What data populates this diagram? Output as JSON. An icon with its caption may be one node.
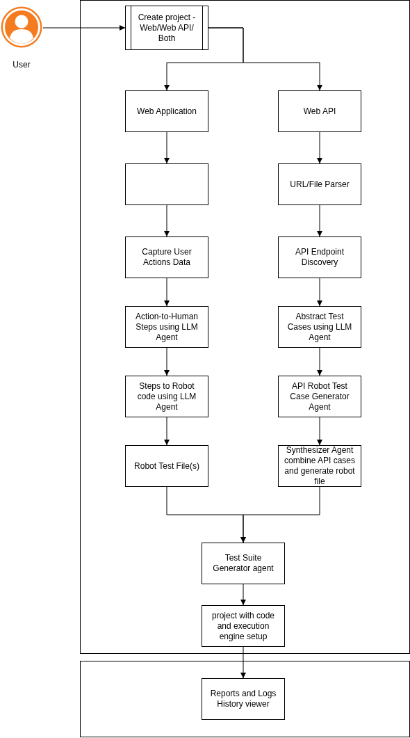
{
  "diagram": {
    "nodes": [
      {
        "text": [
          "User"
        ]
      },
      {
        "text": [],
        "shape": "box"
      },
      {
        "text": [
          "Create project - Web/Web API/ Both"
        ],
        "in": 1
      },
      {
        "text": [
          "Web Application"
        ],
        "in": 1
      },
      {
        "text": [
          "Web API"
        ],
        "in": 1
      },
      {
        "text": [],
        "shape": "box",
        "in": 1
      },
      {
        "text": [
          "URL/File Parser"
        ],
        "in": 1
      },
      {
        "text": [
          "Capture User Actions Data"
        ],
        "in": 1
      },
      {
        "text": [
          "API Endpoint Discovery"
        ],
        "in": 1
      },
      {
        "text": [
          "Action-to-Human Steps using LLM Agent"
        ],
        "in": 1
      },
      {
        "text": [
          "Abstract Test Cases using LLM Agent"
        ],
        "in": 1
      },
      {
        "text": [
          "Steps to Robot code using LLM Agent"
        ],
        "in": 1
      },
      {
        "text": [
          "API Robot Test Case Generator Agent"
        ],
        "in": 1
      },
      {
        "text": [
          "Robot Test File(s)"
        ],
        "in": 1
      },
      {
        "text": [
          "Synthesizer Agent combine API cases and generate robot file"
        ],
        "in": 1
      },
      {
        "text": [
          "Test Suite Generator agent"
        ],
        "in": 1
      },
      {
        "text": [
          "project with code and execution engine setup"
        ],
        "in": 1
      },
      {
        "text": [],
        "shape": "box"
      },
      {
        "text": [
          "Reports and Logs History viewer"
        ],
        "in": 17
      }
    ],
    "edges": [
      {
        "from": 0,
        "to": 2,
        "arrow": "to"
      },
      {
        "from": 2,
        "to": 3,
        "arrow": "to"
      },
      {
        "from": 2,
        "to": 4,
        "arrow": "to"
      },
      {
        "from": 3,
        "to": 5,
        "arrow": "to"
      },
      {
        "from": 4,
        "to": 6,
        "arrow": "to"
      },
      {
        "from": 5,
        "to": 7,
        "arrow": "to"
      },
      {
        "from": 6,
        "to": 8,
        "arrow": "to"
      },
      {
        "from": 7,
        "to": 9,
        "arrow": "to"
      },
      {
        "from": 8,
        "to": 10,
        "arrow": "to"
      },
      {
        "from": 9,
        "to": 11,
        "arrow": "to"
      },
      {
        "from": 10,
        "to": 12,
        "arrow": "to"
      },
      {
        "from": 11,
        "to": 13,
        "arrow": "to"
      },
      {
        "from": 12,
        "to": 14,
        "arrow": "to"
      },
      {
        "from": 13,
        "to": 15,
        "arrow": "to"
      },
      {
        "from": 14,
        "to": 15,
        "arrow": "to"
      },
      {
        "from": 15,
        "to": 16,
        "arrow": "to"
      },
      {
        "from": 16,
        "to": 18,
        "arrow": "to"
      }
    ]
  }
}
